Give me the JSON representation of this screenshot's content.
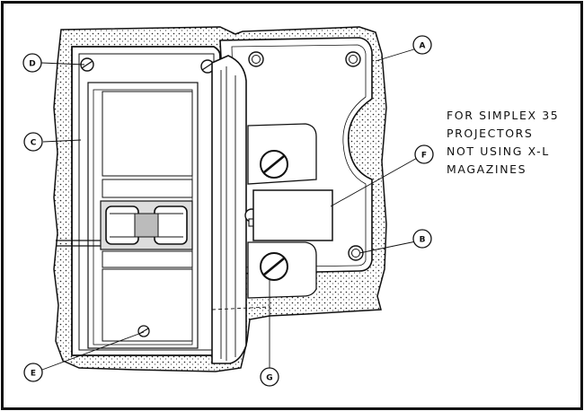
{
  "figure": {
    "caption_lines": [
      "FOR SIMPLEX 35",
      "PROJECTORS",
      "NOT USING X-L",
      "MAGAZINES"
    ],
    "callouts": [
      {
        "id": "A",
        "label": "A"
      },
      {
        "id": "B",
        "label": "B"
      },
      {
        "id": "C",
        "label": "C"
      },
      {
        "id": "D",
        "label": "D"
      },
      {
        "id": "E",
        "label": "E"
      },
      {
        "id": "F",
        "label": "F"
      },
      {
        "id": "G",
        "label": "G"
      }
    ]
  },
  "colors": {
    "ink": "#111111",
    "paper": "#ffffff",
    "hatch": "#333333"
  }
}
